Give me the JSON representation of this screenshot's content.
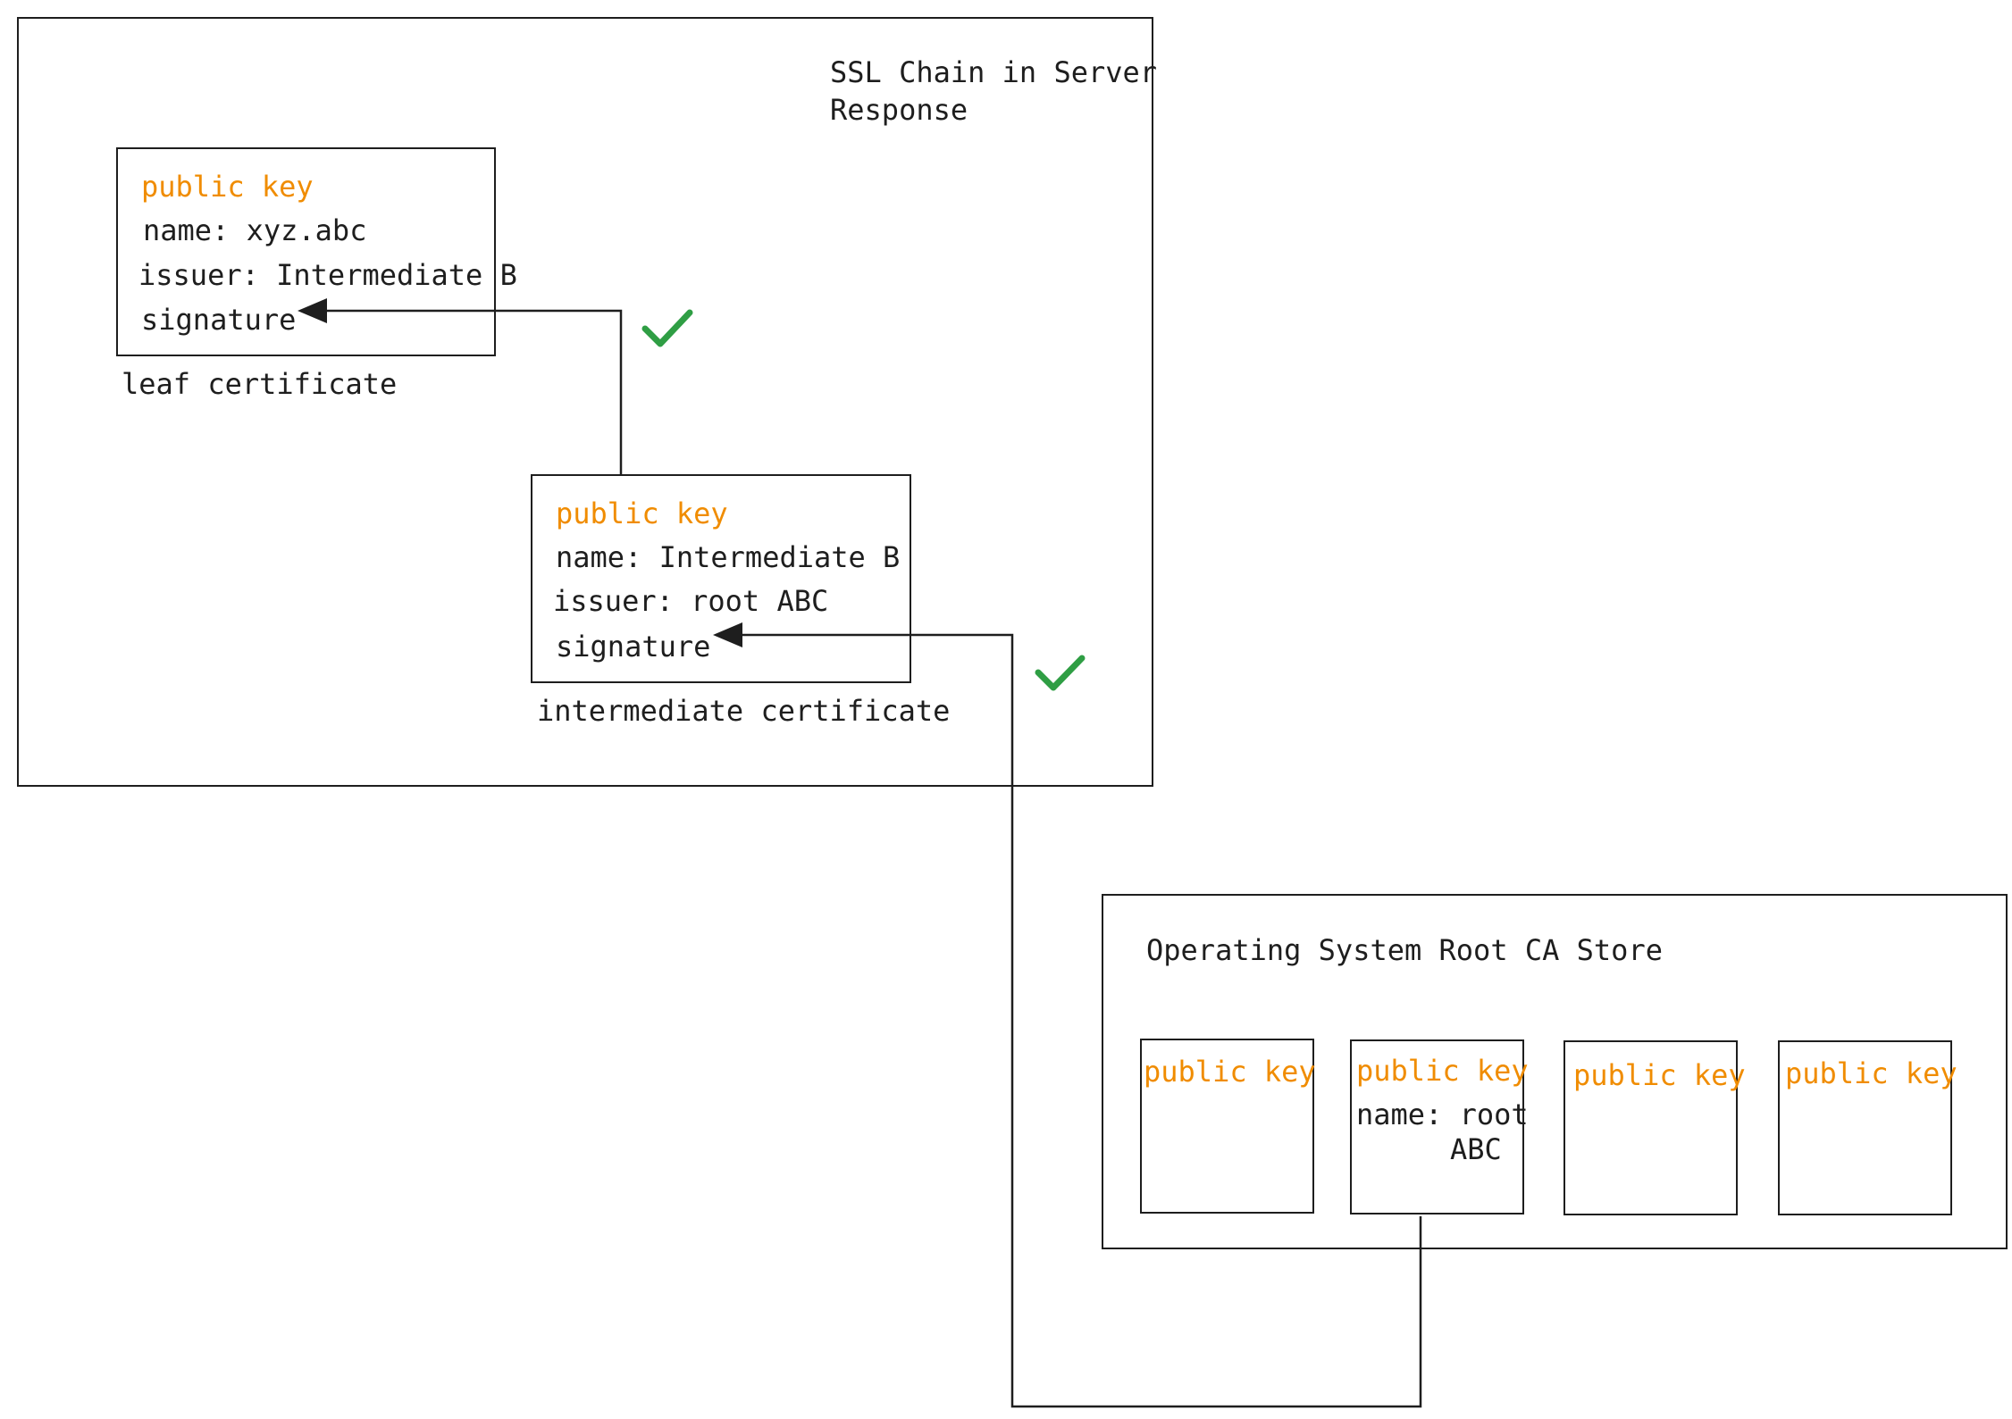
{
  "server_chain": {
    "title_line1": "SSL Chain in Server",
    "title_line2": "Response",
    "leaf": {
      "public_key": "public key",
      "name": "name: xyz.abc",
      "issuer": "issuer: Intermediate B",
      "signature": "signature",
      "caption": "leaf certificate"
    },
    "intermediate": {
      "public_key": "public key",
      "name": "name: Intermediate B",
      "issuer": "issuer: root ABC",
      "signature": "signature",
      "caption": "intermediate certificate"
    }
  },
  "root_store": {
    "title": "Operating System Root CA Store",
    "certs": [
      {
        "public_key": "public key"
      },
      {
        "public_key": "public key",
        "name_line1": "name: root",
        "name_line2": "ABC"
      },
      {
        "public_key": "public key"
      },
      {
        "public_key": "public key"
      }
    ]
  },
  "colors": {
    "key_orange": "#f08c00",
    "check_green": "#2f9e44",
    "stroke": "#1e1e1e"
  },
  "icons": {
    "verified": "checkmark-icon"
  }
}
